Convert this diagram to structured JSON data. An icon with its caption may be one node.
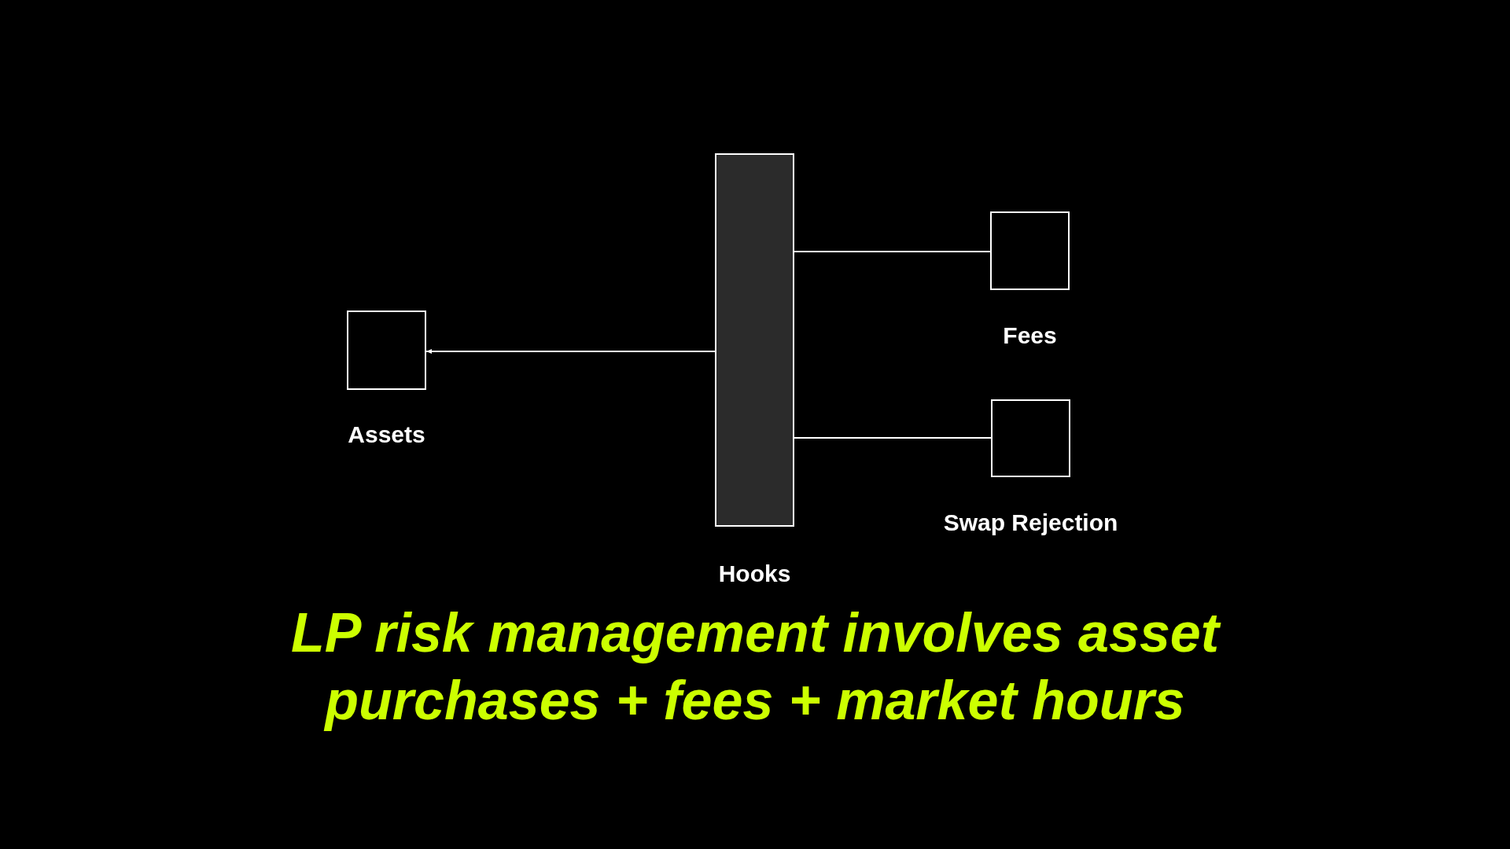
{
  "diagram": {
    "caption": "LP risk management involves asset purchases + fees + market hours",
    "nodes": [
      {
        "text": [
          "Hooks"
        ]
      },
      {
        "text": [
          "Assets"
        ]
      },
      {
        "text": [
          "Fees"
        ]
      },
      {
        "text": [
          "Swap Rejection"
        ]
      }
    ],
    "edges": [
      {
        "from": 0,
        "to": 1,
        "arrow": "to"
      },
      {
        "from": 0,
        "to": 2,
        "arrow": "none"
      },
      {
        "from": 0,
        "to": 3,
        "arrow": "none"
      }
    ]
  }
}
